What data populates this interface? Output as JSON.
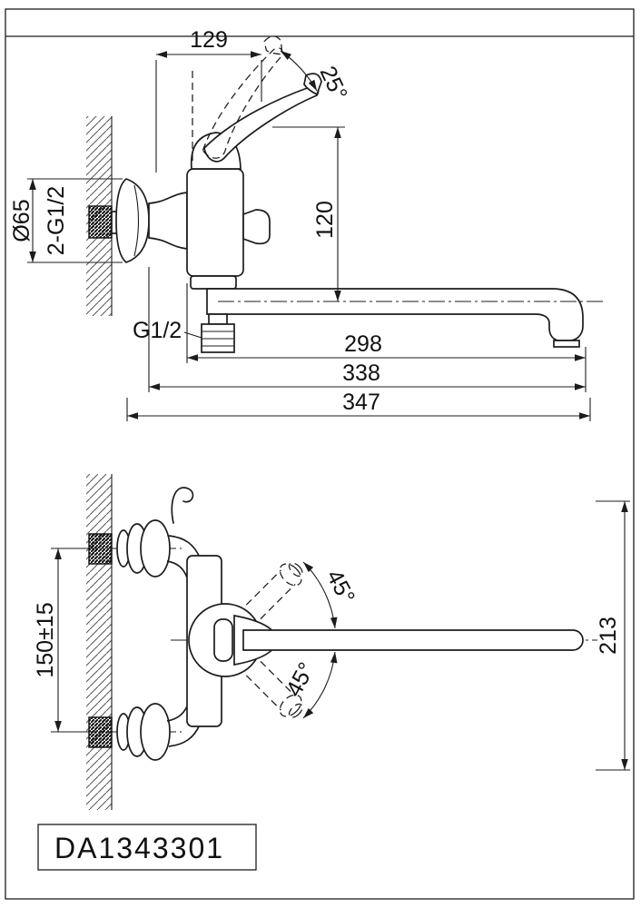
{
  "drawing": {
    "part_number": "DA1343301"
  },
  "side_view": {
    "dim_129": "129",
    "dim_25deg": "25°",
    "dim_120": "120",
    "dim_dia65": "Ø65",
    "dim_2g12": "2-G1/2",
    "dim_g12": "G1/2",
    "dim_298": "298",
    "dim_338": "338",
    "dim_347": "347"
  },
  "front_view": {
    "dim_150": "150±15",
    "dim_45_up": "45°",
    "dim_45_down": "45°",
    "dim_213": "213"
  }
}
